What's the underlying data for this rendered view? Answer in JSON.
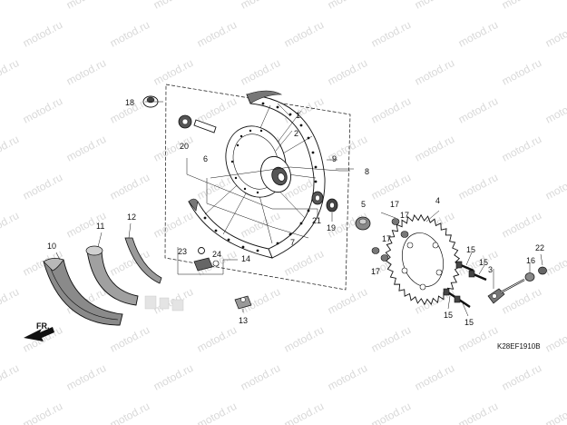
{
  "diagram": {
    "code": "K28EF1910B",
    "direction_label": "FR.",
    "watermark": "motod.ru",
    "callouts": [
      "1",
      "2",
      "3",
      "4",
      "5",
      "6",
      "7",
      "8",
      "9",
      "10",
      "11",
      "12",
      "13",
      "14",
      "15",
      "16",
      "17",
      "18",
      "19",
      "20",
      "21",
      "22",
      "23",
      "24"
    ],
    "colors": {
      "line": "#111111",
      "tire_tint": "#7a7a7a",
      "watermark": "#d9d9d9"
    }
  }
}
